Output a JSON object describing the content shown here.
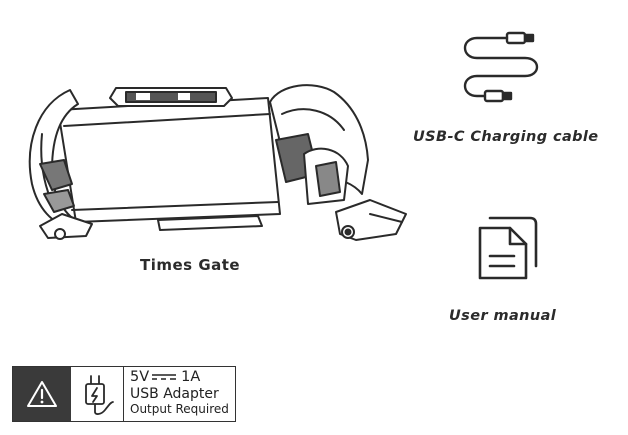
{
  "device": {
    "label": "Times Gate"
  },
  "cable": {
    "label": "USB-C Charging cable"
  },
  "manual": {
    "label": "User manual"
  },
  "notice": {
    "voltage": "5V",
    "current": "1A",
    "line2": "USB Adapter",
    "line3": "Output Required"
  }
}
